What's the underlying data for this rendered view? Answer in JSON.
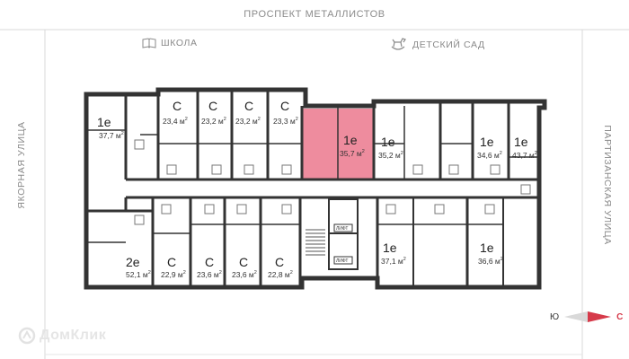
{
  "streets": {
    "top": "ПРОСПЕКТ МЕТАЛЛИСТОВ",
    "left": "ЯКОРНАЯ УЛИЦА",
    "right": "ПАРТИЗАНСКАЯ УЛИЦА"
  },
  "poi": {
    "school": "ШКОЛА",
    "kindergarten": "ДЕТСКИЙ САД"
  },
  "compass": {
    "south": "Ю",
    "north": "С"
  },
  "logo": "ДомКлик",
  "highlight_color": "#e8667e",
  "apartments": [
    {
      "type": "1е",
      "area": "37,7 м²"
    },
    {
      "type": "С",
      "area": "23,4 м²"
    },
    {
      "type": "С",
      "area": "23,2 м²"
    },
    {
      "type": "С",
      "area": "23,2 м²"
    },
    {
      "type": "С",
      "area": "23,3 м²"
    },
    {
      "type": "1е",
      "area": "35,7 м²",
      "selected": true
    },
    {
      "type": "1е",
      "area": "35,2 м²"
    },
    {
      "type": "1е",
      "area": "34,6 м²"
    },
    {
      "type": "1е",
      "area": "43,7 м²"
    },
    {
      "type": "2е",
      "area": "52,1 м²"
    },
    {
      "type": "С",
      "area": "22,9 м²"
    },
    {
      "type": "С",
      "area": "23,6 м²"
    },
    {
      "type": "С",
      "area": "23,6 м²"
    },
    {
      "type": "С",
      "area": "22,8 м²"
    },
    {
      "type": "1е",
      "area": "37,1 м²"
    },
    {
      "type": "1е",
      "area": "36,6 м²"
    }
  ],
  "elevator_labels": [
    "ЛИФТ",
    "ЛИФТ"
  ]
}
